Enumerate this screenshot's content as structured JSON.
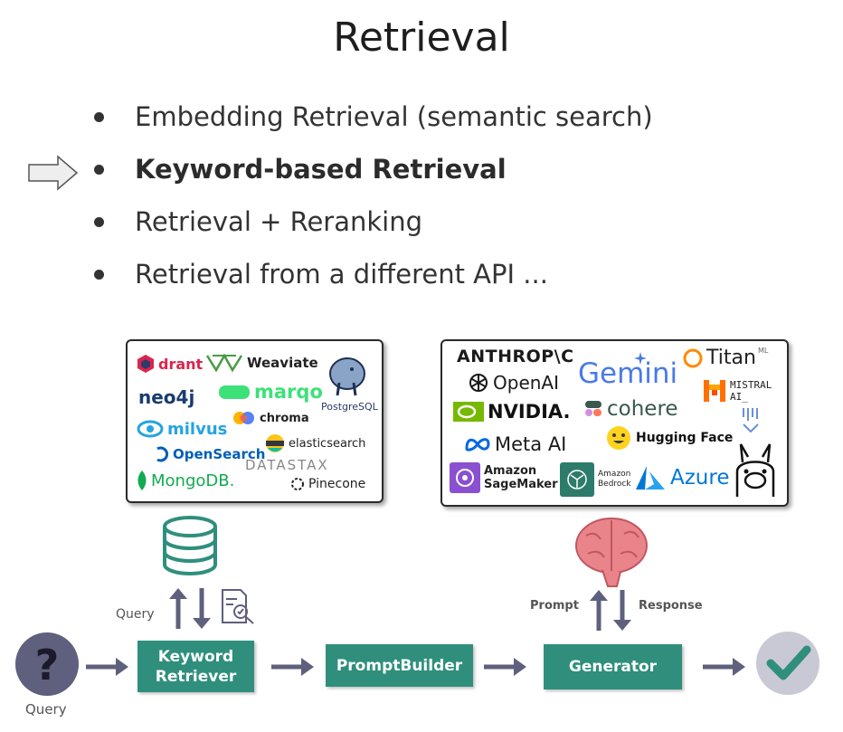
{
  "title": "Retrieval",
  "bullets": [
    {
      "text": "Embedding Retrieval (semantic search)",
      "active": false
    },
    {
      "text": "Keyword-based Retrieval",
      "active": true
    },
    {
      "text": "Retrieval + Reranking",
      "active": false
    },
    {
      "text": "Retrieval from a different API ...",
      "active": false
    }
  ],
  "vector_db_logos": {
    "qdrant": "drant",
    "weaviate": "Weaviate",
    "neo4j": "neo4j",
    "marqo": "marqo",
    "postgresql": "PostgreSQL",
    "milvus": "milvus",
    "chroma": "chroma",
    "opensearch": "OpenSearch",
    "elasticsearch": "elasticsearch",
    "datastax": "DATASTAX",
    "mongodb": "MongoDB.",
    "pinecone": "Pinecone"
  },
  "llm_logos": {
    "anthropic": "ANTHROP\\C",
    "gemini": "Gemini",
    "titan": "Titan",
    "titan_sup": "ML",
    "openai": "OpenAI",
    "mistral_1": "MISTRAL",
    "mistral_2": "AI_",
    "nvidia": "NVIDIA.",
    "cohere": "cohere",
    "meta": "Meta AI",
    "huggingface": "Hugging Face",
    "sagemaker_1": "Amazon",
    "sagemaker_2": "SageMaker",
    "bedrock_1": "Amazon",
    "bedrock_2": "Bedrock",
    "azure": "Azure"
  },
  "pipeline": {
    "keyword_retriever_1": "Keyword",
    "keyword_retriever_2": "Retriever",
    "prompt_builder": "PromptBuilder",
    "generator": "Generator",
    "query_label_bottom": "Query",
    "query_label_top": "Query",
    "prompt_label": "Prompt",
    "response_label": "Response"
  },
  "colors": {
    "node_fill": "#2f8f7c",
    "arrow": "#5f5f7e",
    "db_icon": "#2f8f7c",
    "question_bg": "#5f5f7e",
    "check_bg": "#c9c9d6",
    "check_mark": "#2f8f7c",
    "brain": "#e8848a"
  },
  "icons": [
    "right-arrow-icon",
    "database-icon",
    "document-search-icon",
    "brain-icon",
    "question-icon",
    "check-icon"
  ]
}
